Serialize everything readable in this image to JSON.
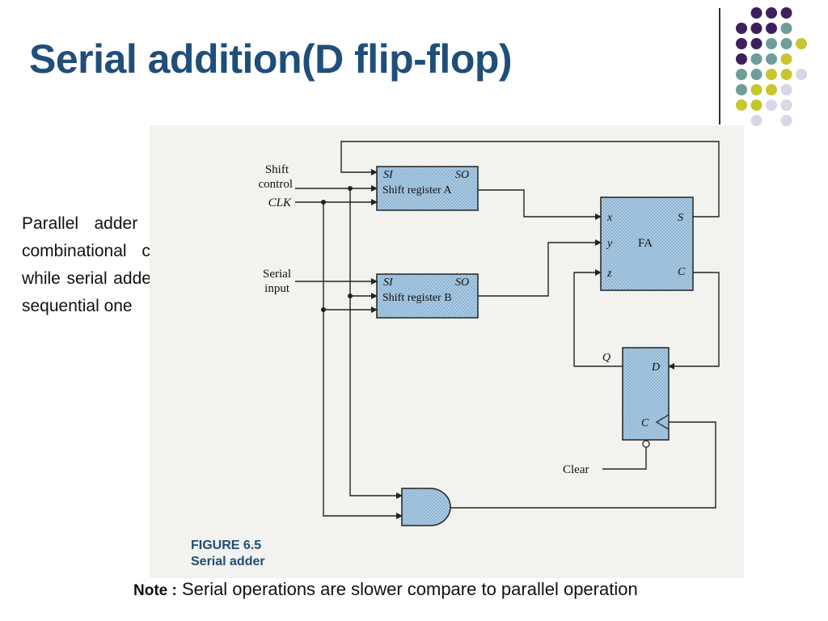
{
  "slide": {
    "title": "Serial addition(D flip-flop)",
    "body_text": "Parallel adder is a combinational circuit, while serial adder is a sequential one",
    "note_label": "Note :",
    "note_text": "Serial operations are slower compare to parallel operation"
  },
  "diagram": {
    "inputs": {
      "shift_control": [
        "Shift",
        "control"
      ],
      "clk": "CLK",
      "serial_input": [
        "Serial",
        "input"
      ]
    },
    "shift_register_a": {
      "si": "SI",
      "so": "SO",
      "name": "Shift register A"
    },
    "shift_register_b": {
      "si": "SI",
      "so": "SO",
      "name": "Shift register B"
    },
    "full_adder": {
      "x": "x",
      "y": "y",
      "z": "z",
      "name": "FA",
      "s": "S",
      "c": "C"
    },
    "d_flip_flop": {
      "d": "D",
      "c": "C",
      "q": "Q"
    },
    "clear": "Clear",
    "caption_number": "FIGURE 6.5",
    "caption_title": "Serial adder"
  },
  "colors": {
    "title": "#1f4e79",
    "caption": "#1f4e79",
    "component_fill": "#a9cbe6",
    "dot_purple": "#3e1f5e",
    "dot_teal": "#6f9d9a",
    "dot_yellow": "#c7c630",
    "dot_lavender": "#d9d6e8"
  }
}
